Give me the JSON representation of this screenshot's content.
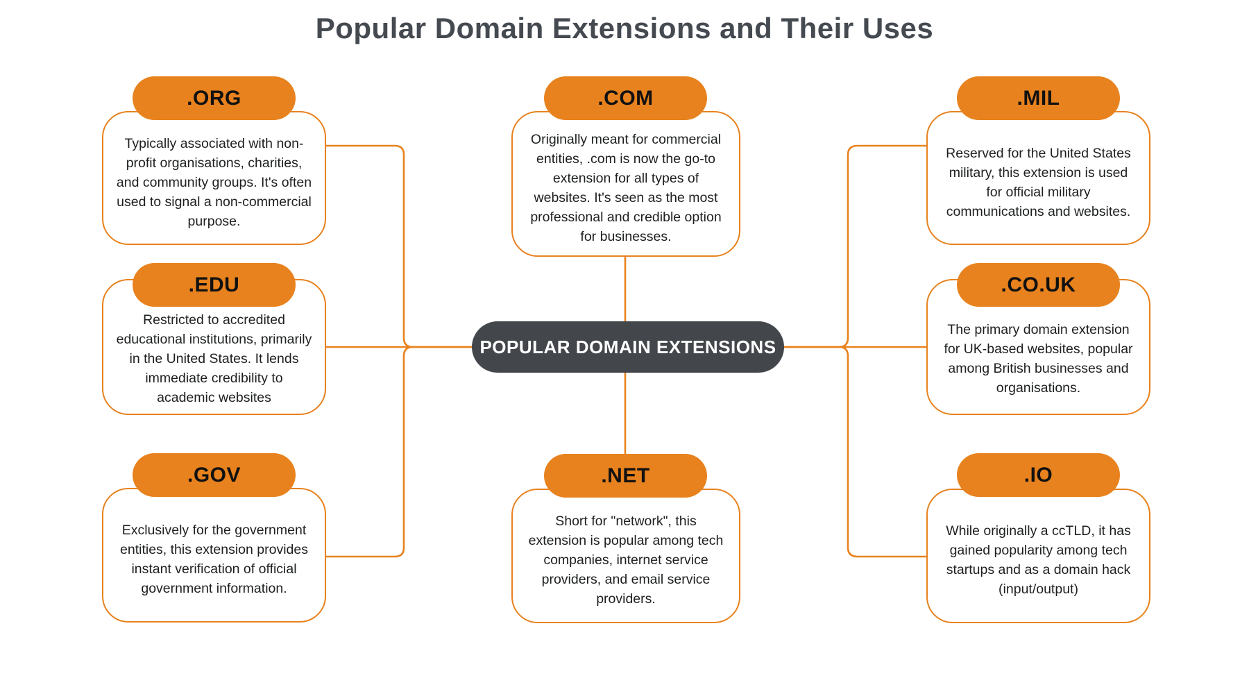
{
  "title": "Popular Domain Extensions and Their Uses",
  "center": {
    "label": "POPULAR DOMAIN EXTENSIONS"
  },
  "nodes": [
    {
      "id": "org",
      "label": ".ORG",
      "description": "Typically associated with non-profit organisations, charities, and community groups. It's often used to signal a non-commercial purpose."
    },
    {
      "id": "edu",
      "label": ".EDU",
      "description": "Restricted to accredited educational institutions, primarily in the United States. It lends immediate credibility to academic websites"
    },
    {
      "id": "gov",
      "label": ".GOV",
      "description": "Exclusively for the government entities, this extension provides instant verification of official government information."
    },
    {
      "id": "com",
      "label": ".COM",
      "description": "Originally meant for commercial entities, .com is now the go-to extension for all types of websites. It's seen as the most professional and credible option for businesses."
    },
    {
      "id": "net",
      "label": ".NET",
      "description": "Short for \"network\", this extension is popular among tech companies, internet service providers, and email service providers."
    },
    {
      "id": "mil",
      "label": ".MIL",
      "description": "Reserved for the United States military, this extension is used for official military communications and websites."
    },
    {
      "id": "couk",
      "label": ".CO.UK",
      "description": "The primary domain extension for UK-based websites, popular among British businesses and organisations."
    },
    {
      "id": "io",
      "label": ".IO",
      "description": "While originally a ccTLD, it has gained popularity among tech startups and as a domain hack (input/output)"
    }
  ],
  "colors": {
    "accent": "#E8821E",
    "dark": "#43464B",
    "body-text": "#1d1f20",
    "title-text": "#454A51"
  }
}
